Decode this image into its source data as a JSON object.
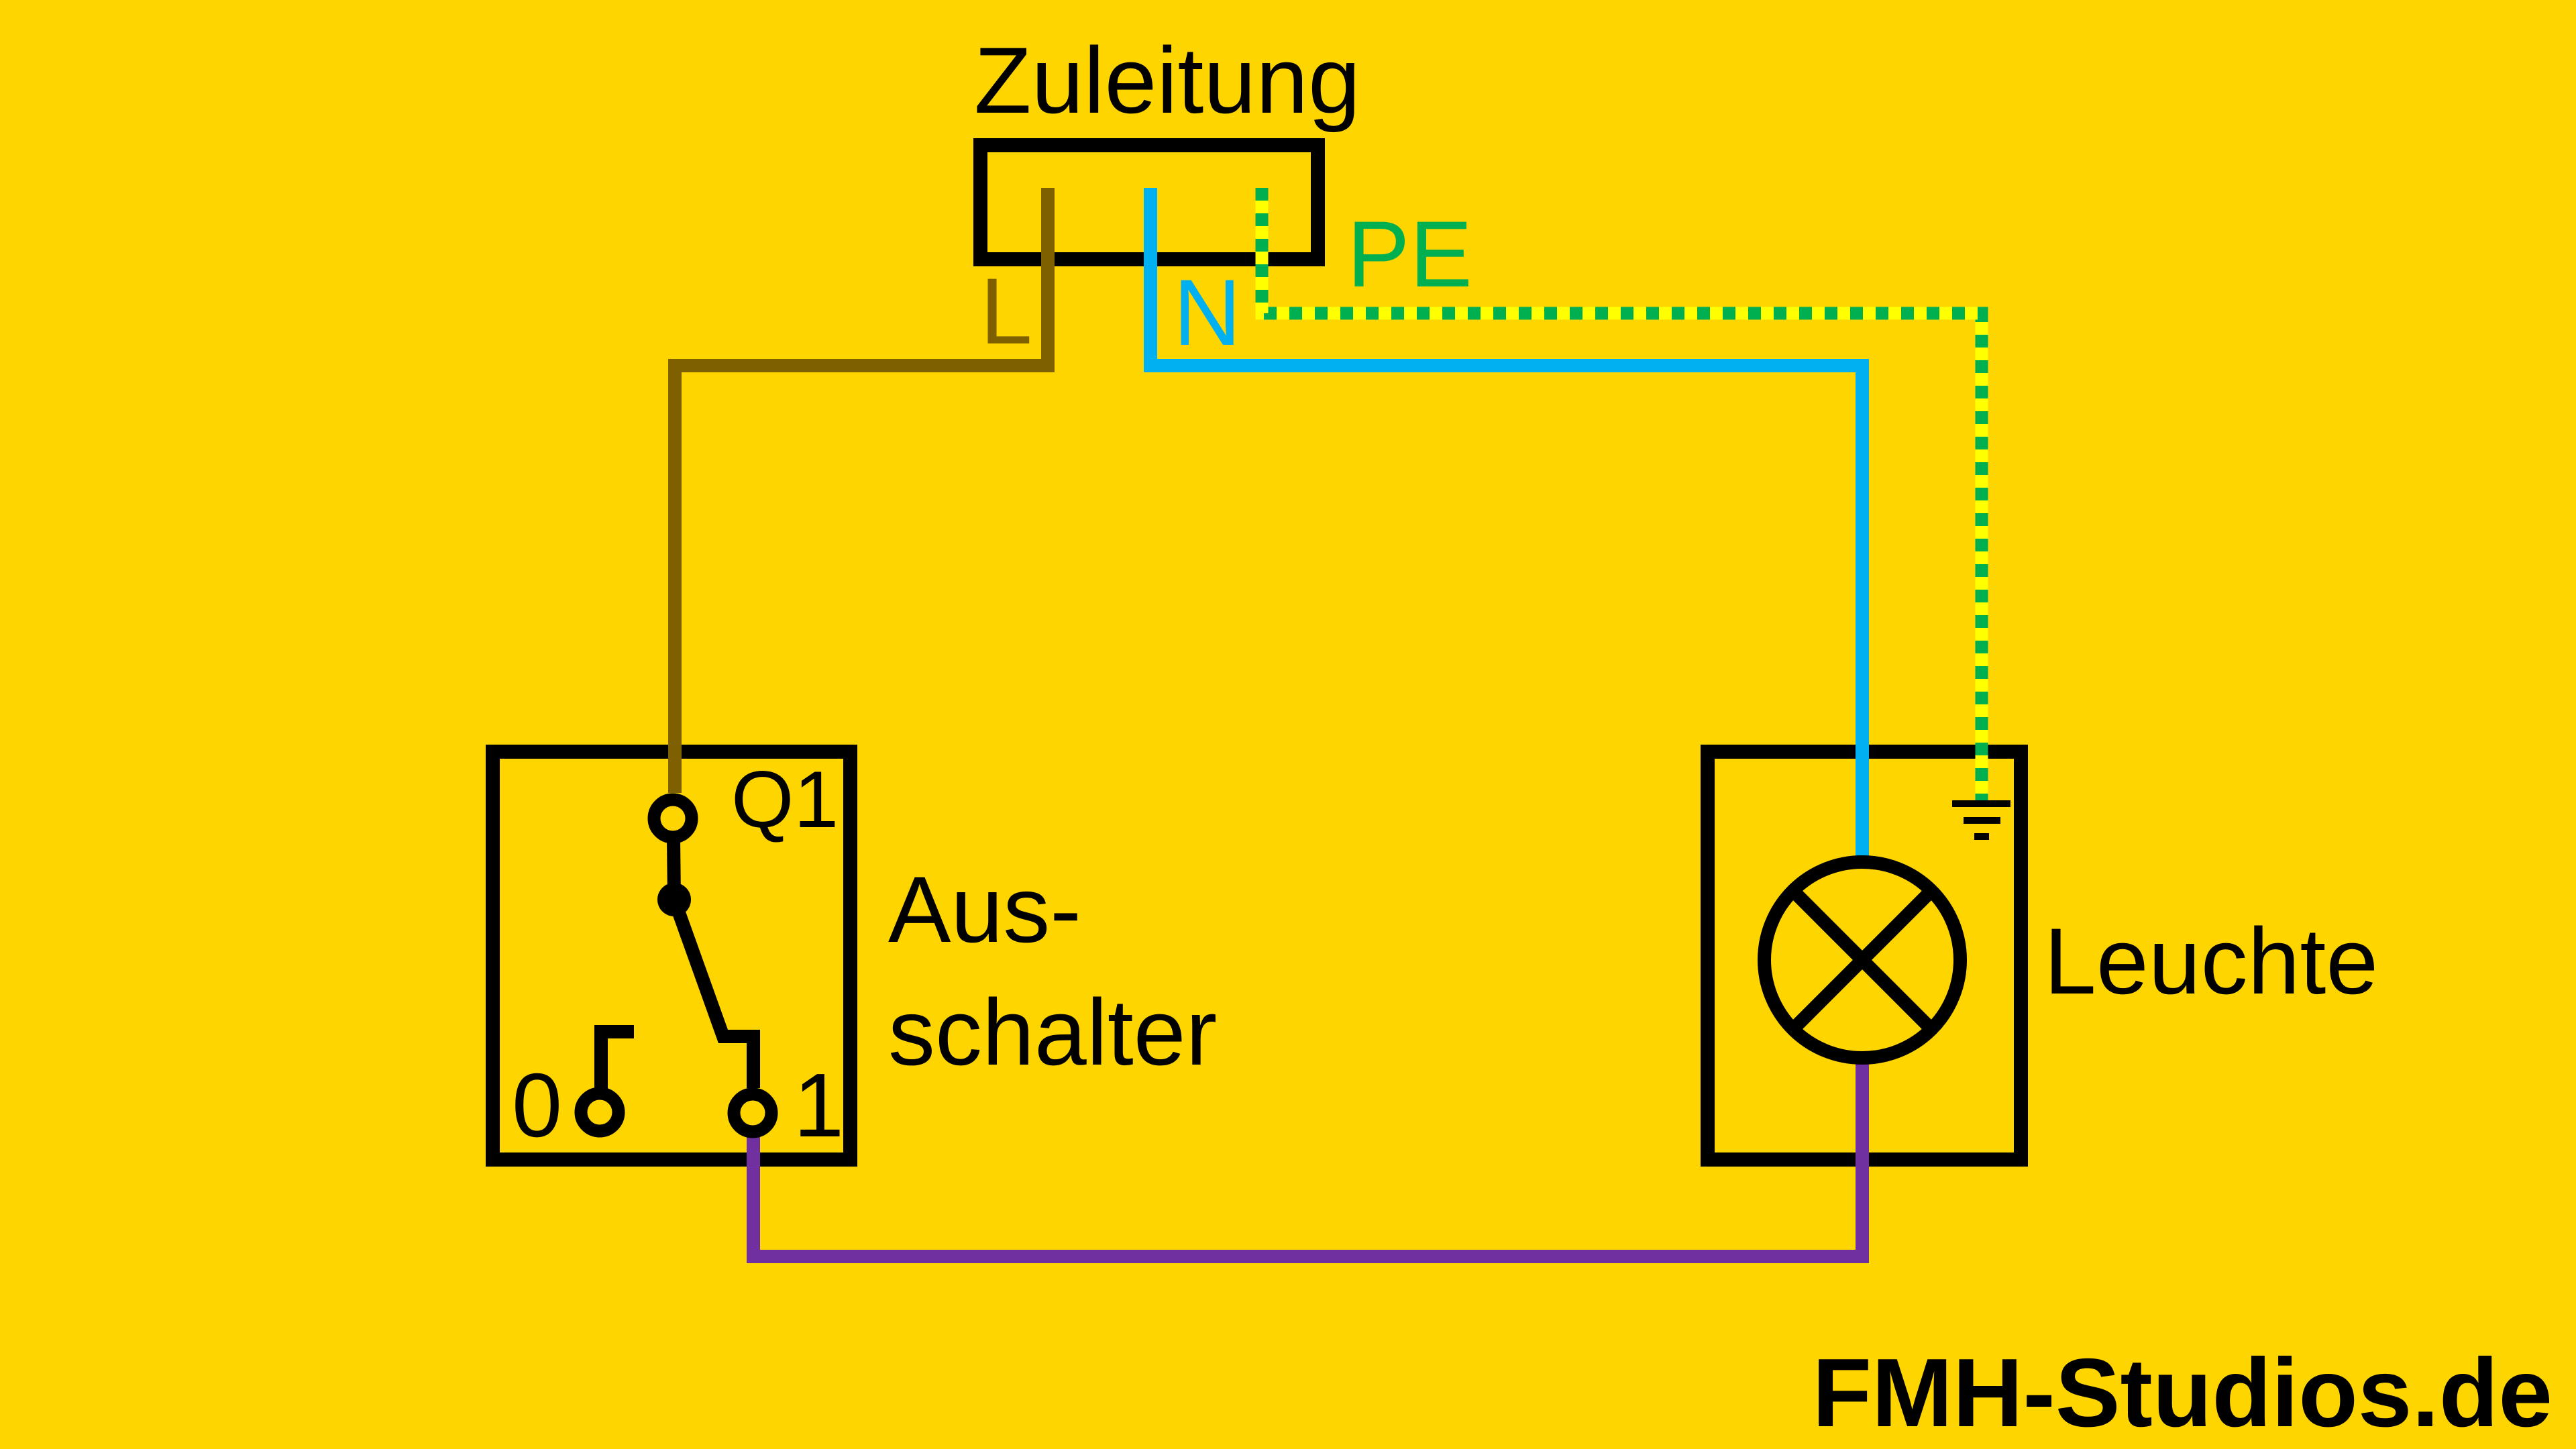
{
  "diagram": {
    "title": "Zuleitung",
    "wires": {
      "l": {
        "label": "L",
        "color": "#7F6000"
      },
      "n": {
        "label": "N",
        "color": "#00B0F0"
      },
      "pe": {
        "label": "PE",
        "color_green": "#00B050",
        "color_yellow": "#FFFF00"
      },
      "switched": {
        "color": "#7030A0"
      }
    },
    "switch": {
      "designator": "Q1",
      "label_line1": "Aus-",
      "label_line2": "schalter",
      "pos_off": "0",
      "pos_on": "1"
    },
    "lamp": {
      "label": "Leuchte"
    },
    "watermark": "FMH-Studios.de",
    "colors": {
      "background": "#FFD500",
      "line": "#000000"
    }
  }
}
